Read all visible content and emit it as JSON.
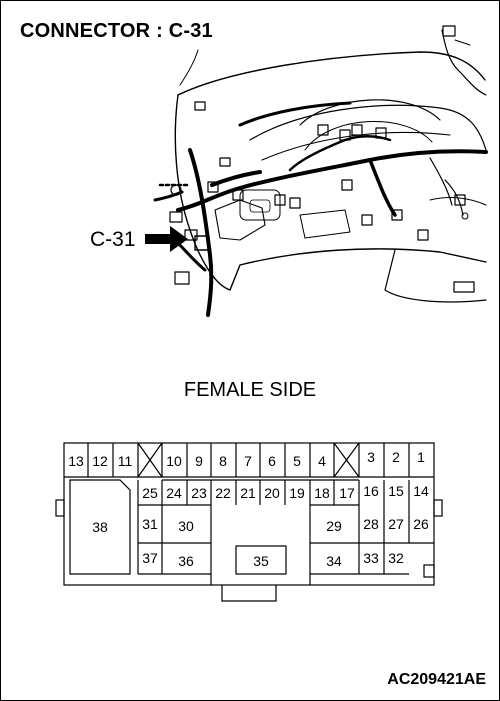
{
  "title": "CONNECTOR : C-31",
  "callout": "C-31",
  "side_label": "FEMALE SIDE",
  "figure_id": "AC209421AE",
  "pins": {
    "p1": "1",
    "p2": "2",
    "p3": "3",
    "p4": "4",
    "p5": "5",
    "p6": "6",
    "p7": "7",
    "p8": "8",
    "p9": "9",
    "p10": "10",
    "p11": "11",
    "p12": "12",
    "p13": "13",
    "p14": "14",
    "p15": "15",
    "p16": "16",
    "p17": "17",
    "p18": "18",
    "p19": "19",
    "p20": "20",
    "p21": "21",
    "p22": "22",
    "p23": "23",
    "p24": "24",
    "p25": "25",
    "p26": "26",
    "p27": "27",
    "p28": "28",
    "p29": "29",
    "p30": "30",
    "p31": "31",
    "p32": "32",
    "p33": "33",
    "p34": "34",
    "p35": "35",
    "p36": "36",
    "p37": "37",
    "p38": "38"
  }
}
